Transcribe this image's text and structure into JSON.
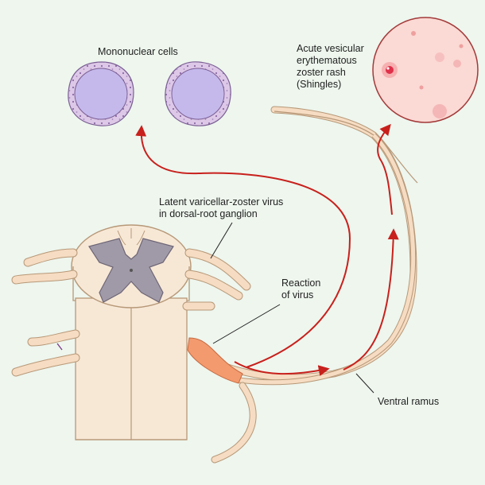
{
  "labels": {
    "mononuclear": "Mononuclear cells",
    "rash": [
      "Acute vesicular",
      "erythematous",
      "zoster rash",
      "(Shingles)"
    ],
    "latent": [
      "Latent varicellar-zoster virus",
      "in dorsal-root ganglion"
    ],
    "reaction": [
      "Reaction",
      "of virus"
    ],
    "ventral": "Ventral ramus"
  },
  "colors": {
    "background": "#eef6ee",
    "nerve": "#f6dcc2",
    "nerve_outline": "#b79878",
    "cord": "#f7e8d6",
    "gray_matter": "#a09aa8",
    "cell_fill": "#c5b9ec",
    "cell_rim": "#ddc8e8",
    "cell_outline": "#7a5e92",
    "ganglion_active": "#f39a6e",
    "virus_path": "#c8201c",
    "skin": "#fbd9d4",
    "skin_outline": "#a33a3a",
    "leader_line": "#222222"
  }
}
